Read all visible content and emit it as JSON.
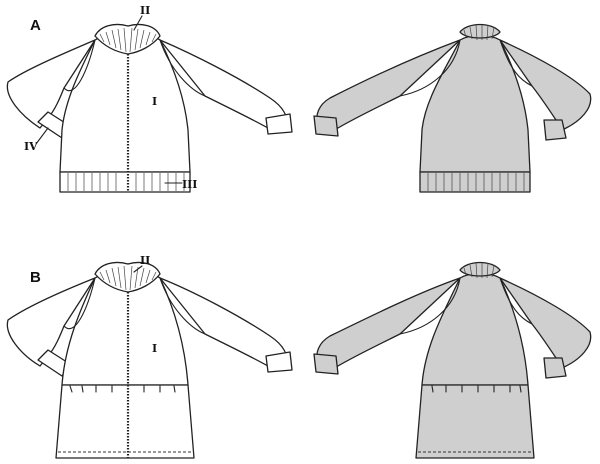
{
  "views": [
    {
      "id": "A",
      "label": "A"
    },
    {
      "id": "B",
      "label": "B"
    }
  ],
  "part_labels": {
    "A": {
      "body": "I",
      "collar": "II",
      "waistband": "III",
      "cuff": "IV"
    },
    "B": {
      "body": "I",
      "collar": "II"
    }
  },
  "colors": {
    "front_fill": "#ffffff",
    "back_fill": "#cfcfcf",
    "outline": "#222222"
  }
}
